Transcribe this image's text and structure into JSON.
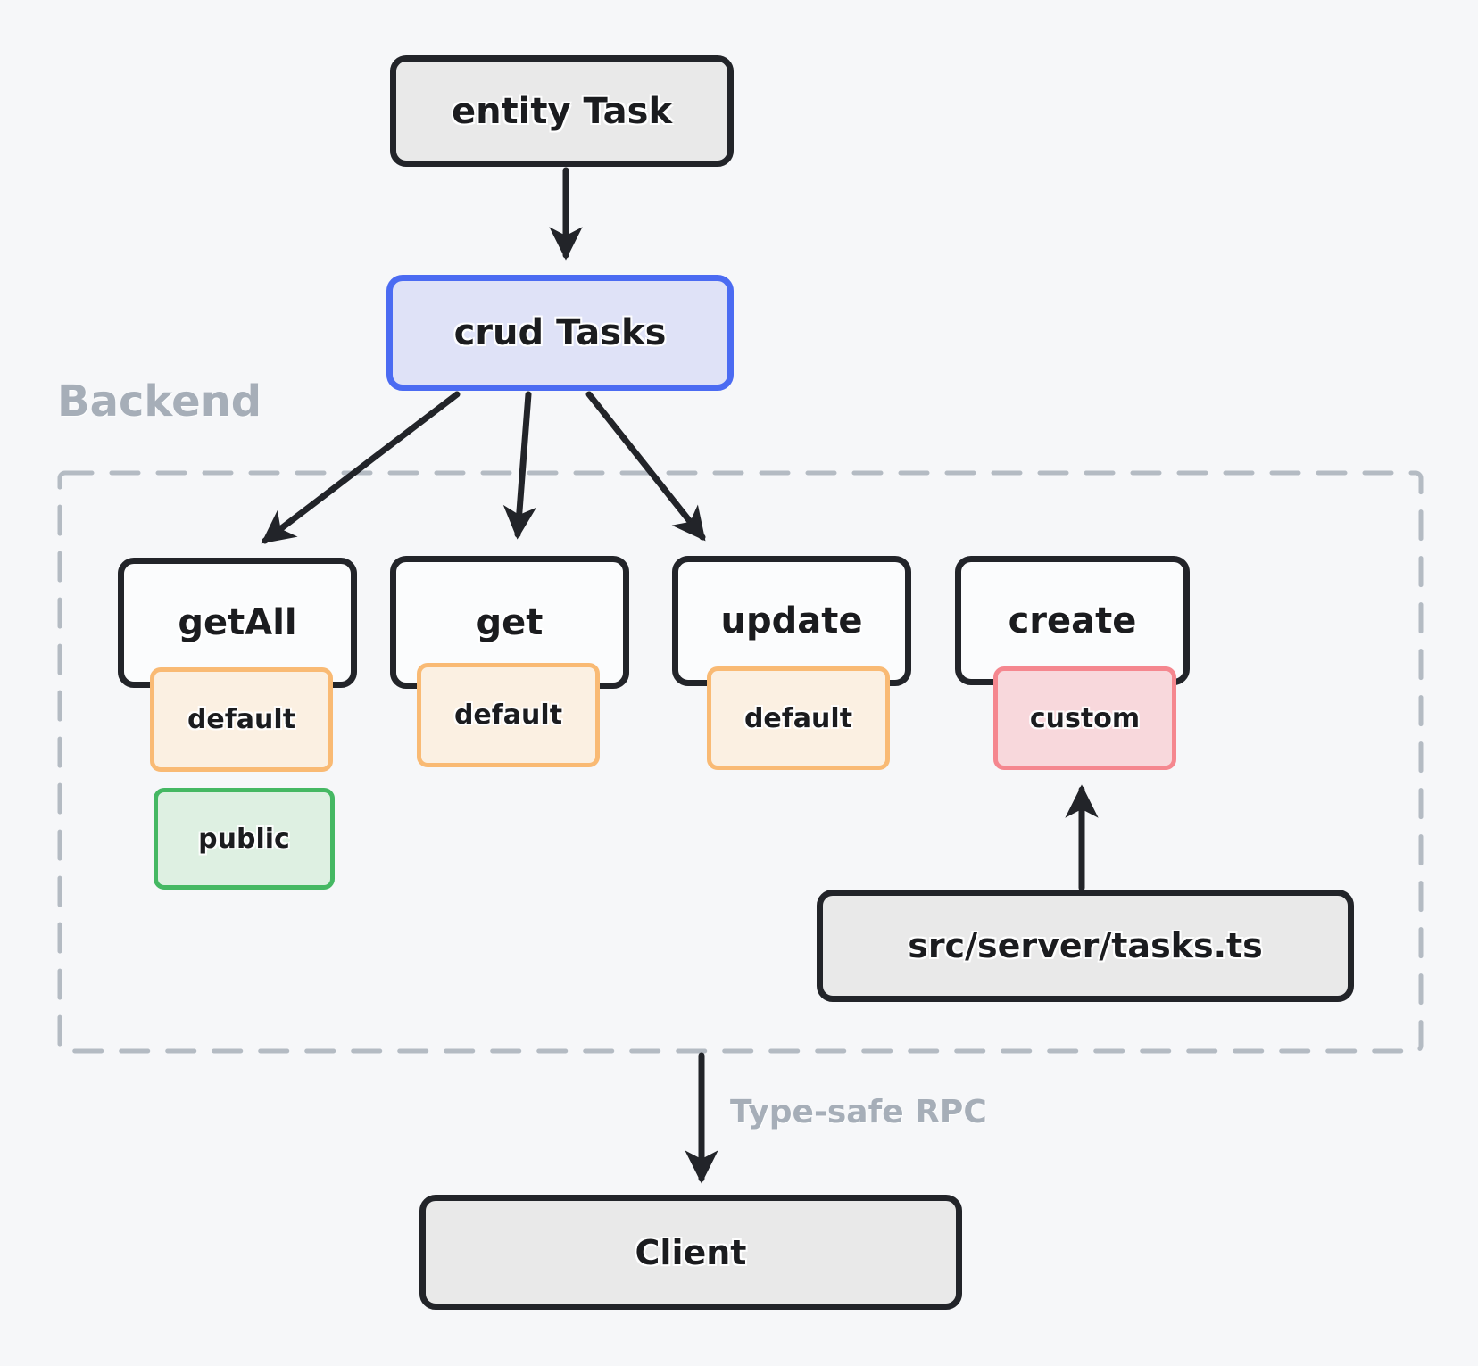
{
  "canvas": {
    "background": "#f6f7f9"
  },
  "labels": {
    "backend_region": "Backend",
    "rpc": "Type-safe RPC"
  },
  "nodes": {
    "entity": "entity Task",
    "crud": "crud Tasks",
    "tasks_file": "src/server/tasks.ts",
    "client": "Client"
  },
  "operations": [
    {
      "label": "getAll",
      "badges": [
        "default",
        "public"
      ]
    },
    {
      "label": "get",
      "badges": [
        "default"
      ]
    },
    {
      "label": "update",
      "badges": [
        "default"
      ]
    },
    {
      "label": "create",
      "badges": [
        "custom"
      ]
    }
  ],
  "colors": {
    "node_border": "#222429",
    "node_gray_fill": "#e9e9e9",
    "crud_border": "#4b6bf2",
    "crud_fill": "#dfe2f7",
    "badge_default_border": "#f9ba74",
    "badge_default_fill": "#fbf0e2",
    "badge_public_border": "#45b863",
    "badge_public_fill": "#def0e2",
    "badge_custom_border": "#f5878f",
    "badge_custom_fill": "#f8d8dc",
    "backend_dash": "#b4bbc3",
    "muted_text": "#a6aeb8"
  }
}
